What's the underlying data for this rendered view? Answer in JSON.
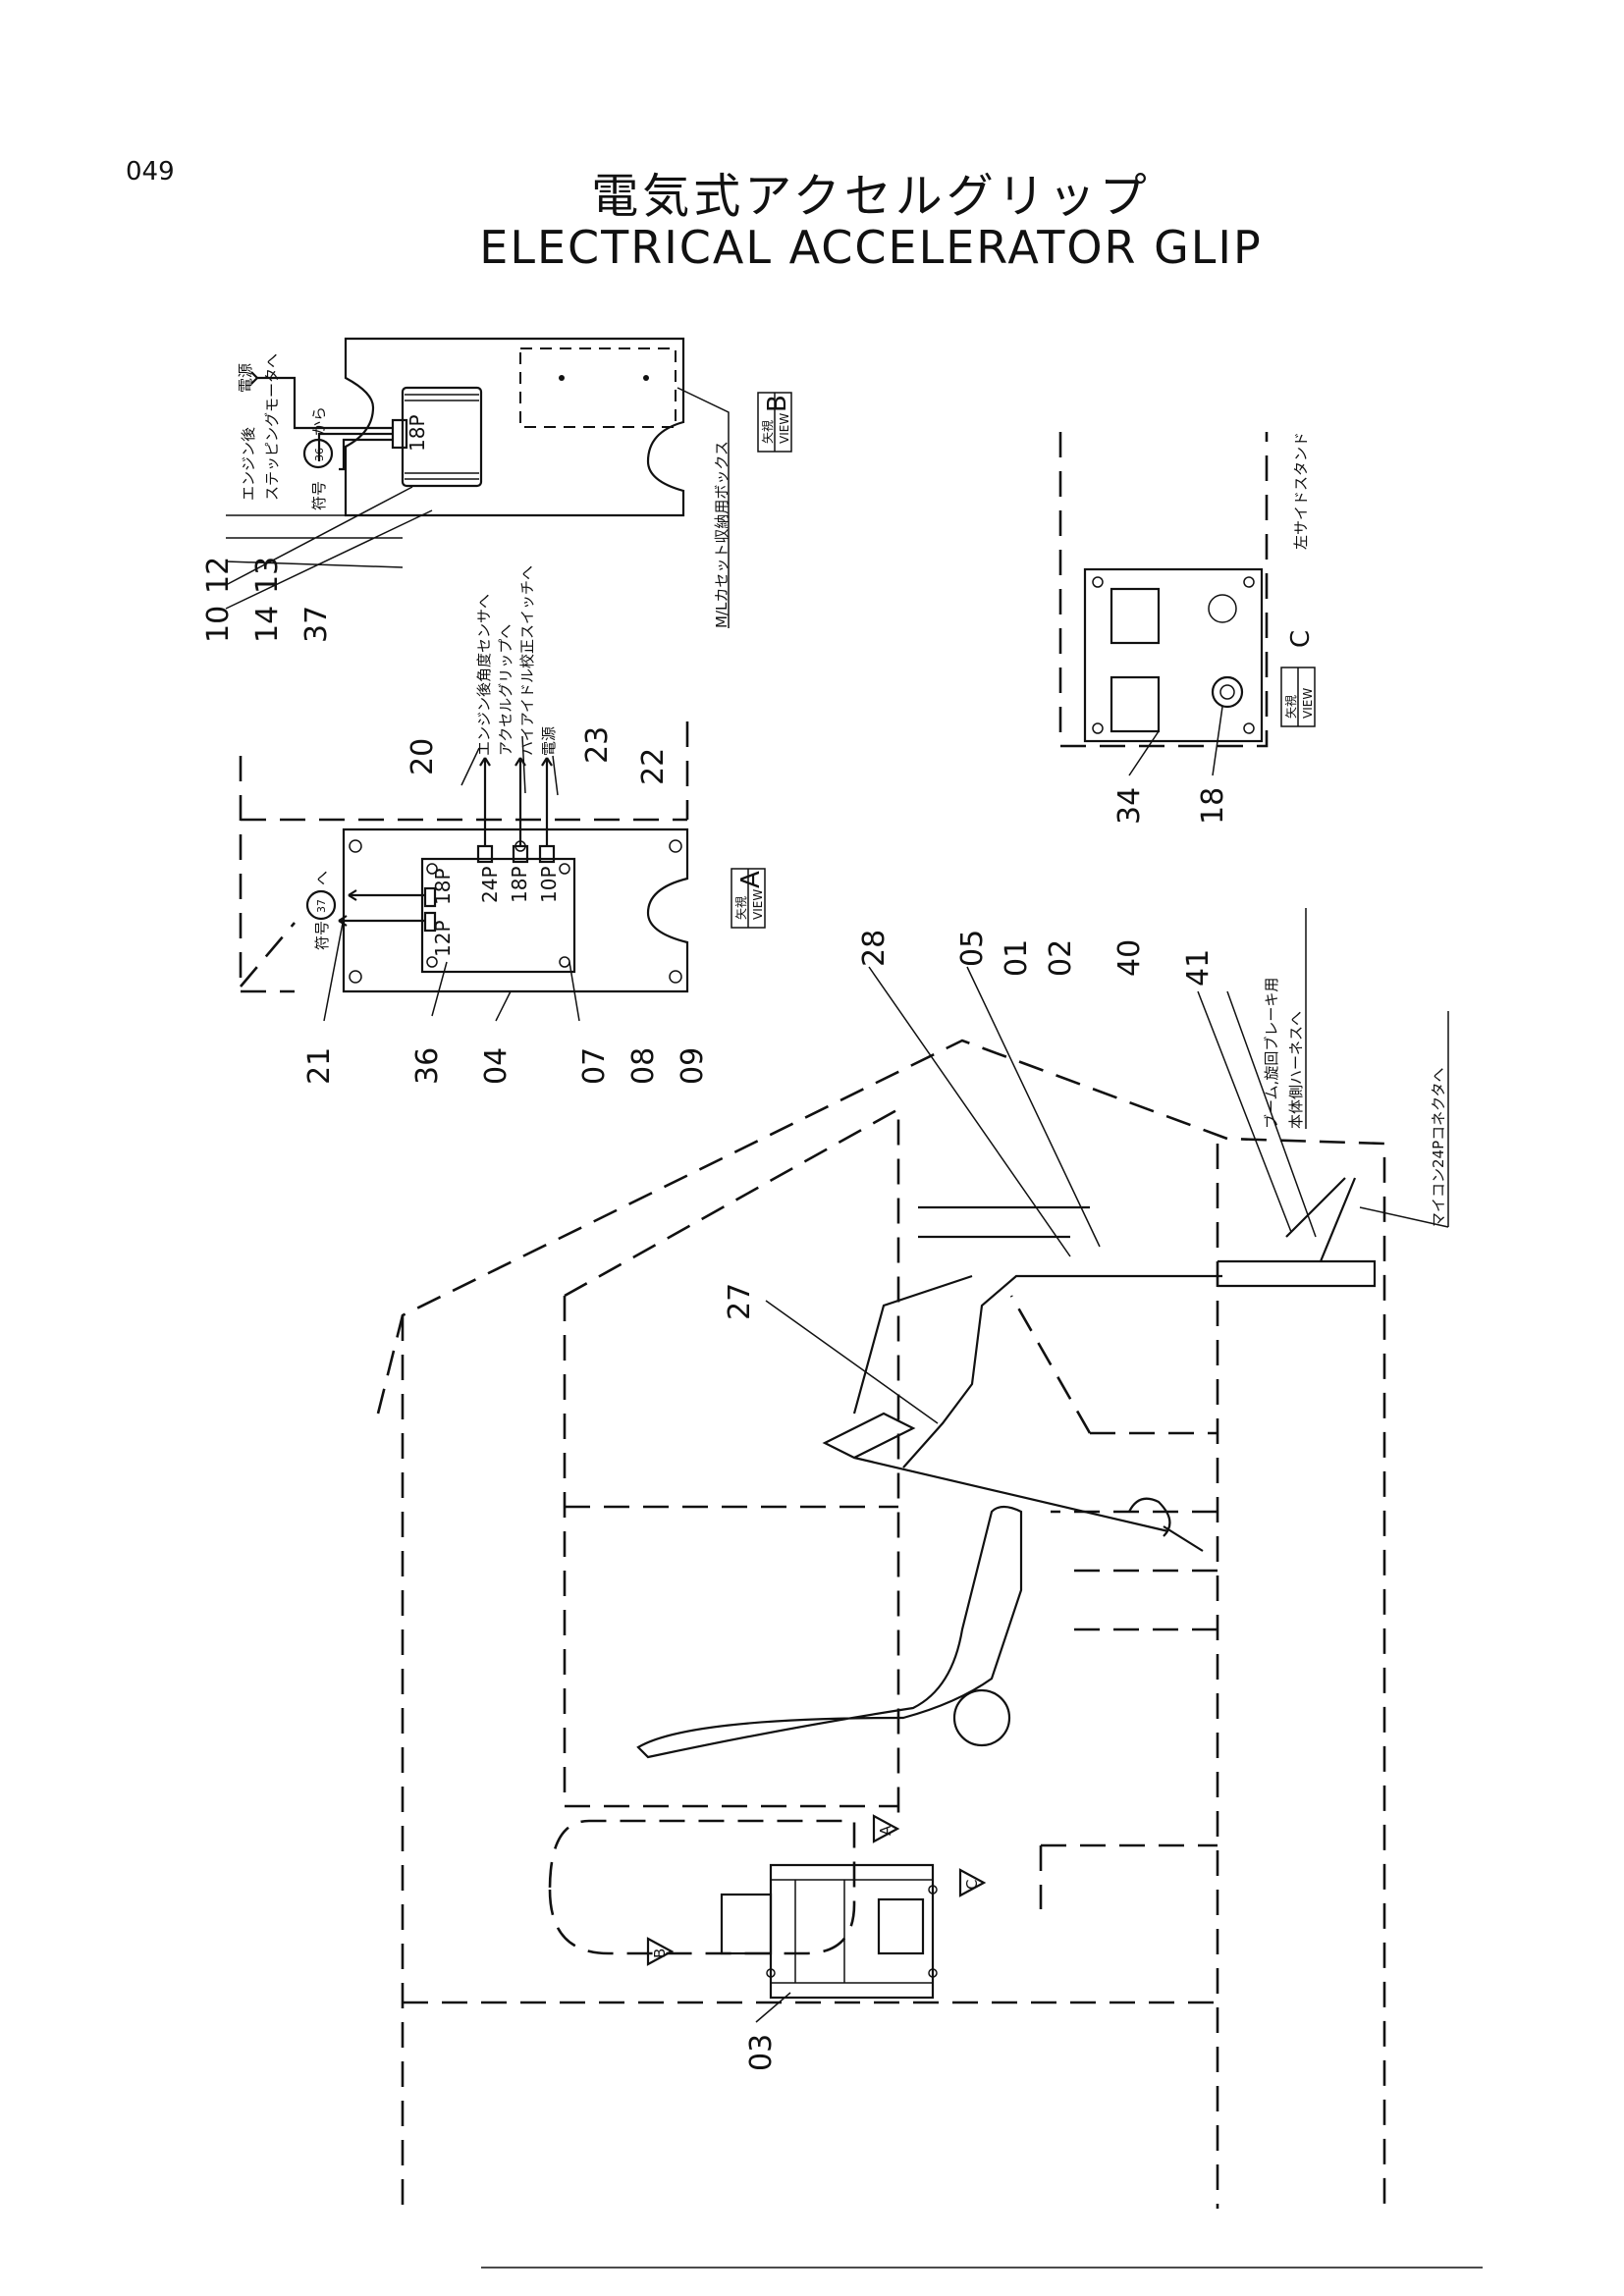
{
  "page_number": "049",
  "title_jp": "電気式アクセルグリップ",
  "title_en": "ELECTRICAL ACCELERATOR GLIP",
  "view_b": {
    "letter": "B",
    "view_label": "矢視",
    "view_en": "VIEW",
    "connector": "18P",
    "notes": {
      "power": "電源",
      "motor": "エンジン後",
      "motor2": "ステッピングモータへ",
      "from36a": "符号",
      "from36b": "から",
      "box": "M/Lカセット収納用ボックス"
    },
    "circle_ref": "36",
    "parts": [
      "12",
      "10",
      "13",
      "14",
      "37"
    ]
  },
  "view_a": {
    "letter": "A",
    "view_label": "矢視",
    "view_en": "VIEW",
    "connectors": [
      "24P",
      "18P",
      "10P",
      "12P",
      "18P"
    ],
    "notes": [
      "エンジン後角度センサへ",
      "アクセルグリップへ",
      "ハイアイドル校正スイッチへ",
      "電源"
    ],
    "to37a": "符号",
    "to37b": "へ",
    "circle_ref": "37",
    "parts_top": [
      "20",
      "23",
      "22"
    ],
    "parts_bottom": [
      "21",
      "36",
      "04",
      "07",
      "08",
      "09"
    ]
  },
  "view_c": {
    "letter": "C",
    "view_label": "矢視",
    "view_en": "VIEW",
    "note": "左サイドスタンド",
    "parts": [
      "34",
      "18"
    ]
  },
  "main": {
    "parts_top": [
      "28",
      "05",
      "01",
      "02",
      "40",
      "41"
    ],
    "part_27": "27",
    "part_03": "03",
    "note_brake_1": "ブーム,旋回ブレーキ用",
    "note_brake_2": "本体側ハーネスへ",
    "note_24p": "マイコン24Pコネクタへ",
    "markers": [
      "A",
      "B",
      "C"
    ]
  }
}
